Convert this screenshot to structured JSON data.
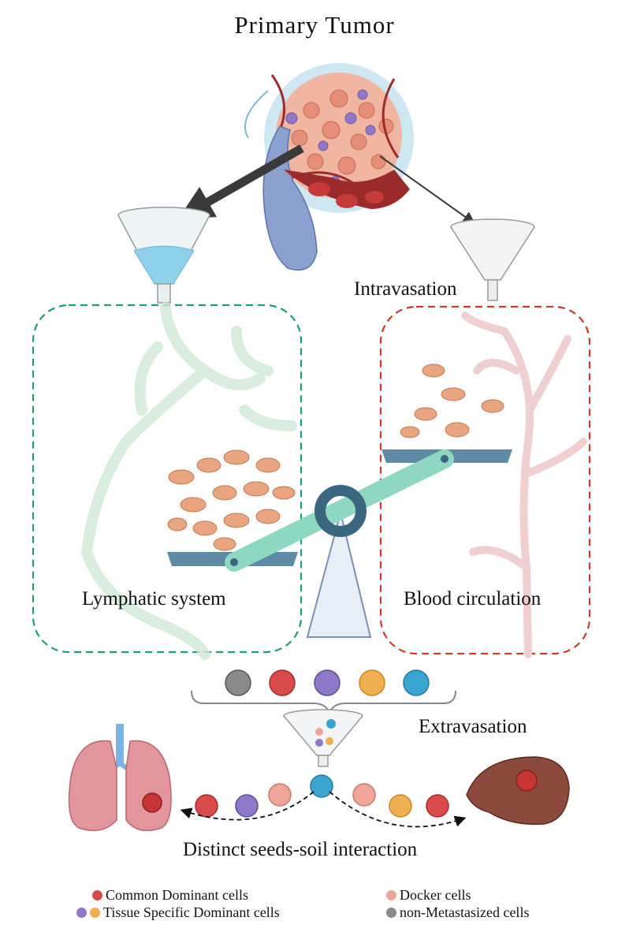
{
  "title": "Primary Tumor",
  "labels": {
    "intravasation": "Intravasation",
    "lymphatic": "Lymphatic system",
    "blood": "Blood circulation",
    "extravasation": "Extravasation",
    "seeds_soil": "Distinct seeds-soil interaction"
  },
  "legend": {
    "common": "Common Dominant cells",
    "tissue": "Tissue Specific Dominant cells",
    "docker": "Docker cells",
    "non_met": "non-Metastasized cells"
  },
  "colors": {
    "common": "#d94b4b",
    "tissue_purple": "#8f78c8",
    "tissue_orange": "#eeb050",
    "docker": "#f0a59a",
    "non_met": "#8a8a8a",
    "blue_cell": "#3aa6cf",
    "lymph_box": "#1f9a7e",
    "blood_box": "#cc3a2e",
    "beam": "#8ed8c1",
    "pan": "#5e8aa3",
    "fulcrum": "#3b6680"
  }
}
